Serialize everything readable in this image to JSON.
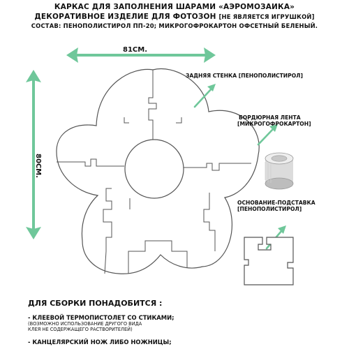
{
  "header": {
    "line1": "КАРКАС ДЛЯ ЗАПОЛНЕНИЯ ШАРАМИ «АЭРОМОЗАИКА»",
    "line2": "ДЕКОРАТИВНОЕ ИЗДЕЛИЕ ДЛЯ ФОТОЗОН",
    "line2_note": "[НЕ ЯВЛЯЕТСЯ ИГРУШКОЙ]",
    "line3": "СОСТАВ: ПЕНОПОЛИСТИРОЛ ПП-20; МИКРОГОФРОКАРТОН ОФСЕТНЫЙ БЕЛЕНЫЙ."
  },
  "dimensions": {
    "width": "81СМ.",
    "height": "80СМ."
  },
  "labels": {
    "back_wall": "ЗАДНЯЯ СТЕНКА [ПЕНОПОЛИСТИРОЛ]",
    "border_tape_1": "БОРДЮРНАЯ ЛЕНТА",
    "border_tape_2": "[МИКРОГОФРОКАРТОН]",
    "base_1": "ОСНОВАНИЕ-ПОДСТАВКА",
    "base_2": "[ПЕНОПОЛИСТИРОЛ]"
  },
  "tools": {
    "title": "ДЛЯ СБОРКИ ПОНАДОБИТСЯ :",
    "item1_main": "- КЛЕЕВОЙ ТЕРМОПИСТОЛЕТ СО СТИКАМИ;",
    "item1_note1": "(ВОЗМОЖНО ИСПОЛЬЗОВАНИЕ ДРУГОГО ВИДА",
    "item1_note2": "КЛЕЯ НЕ СОДЕРЖАЩЕГО РАСТВОРИТЕЛЕЙ)",
    "item2_main": "- КАНЦЕЛЯРСКИЙ НОЖ ЛИБО НОЖНИЦЫ;"
  },
  "colors": {
    "arrow": "#6fc79a",
    "outline": "#555555",
    "text": "#111111"
  }
}
